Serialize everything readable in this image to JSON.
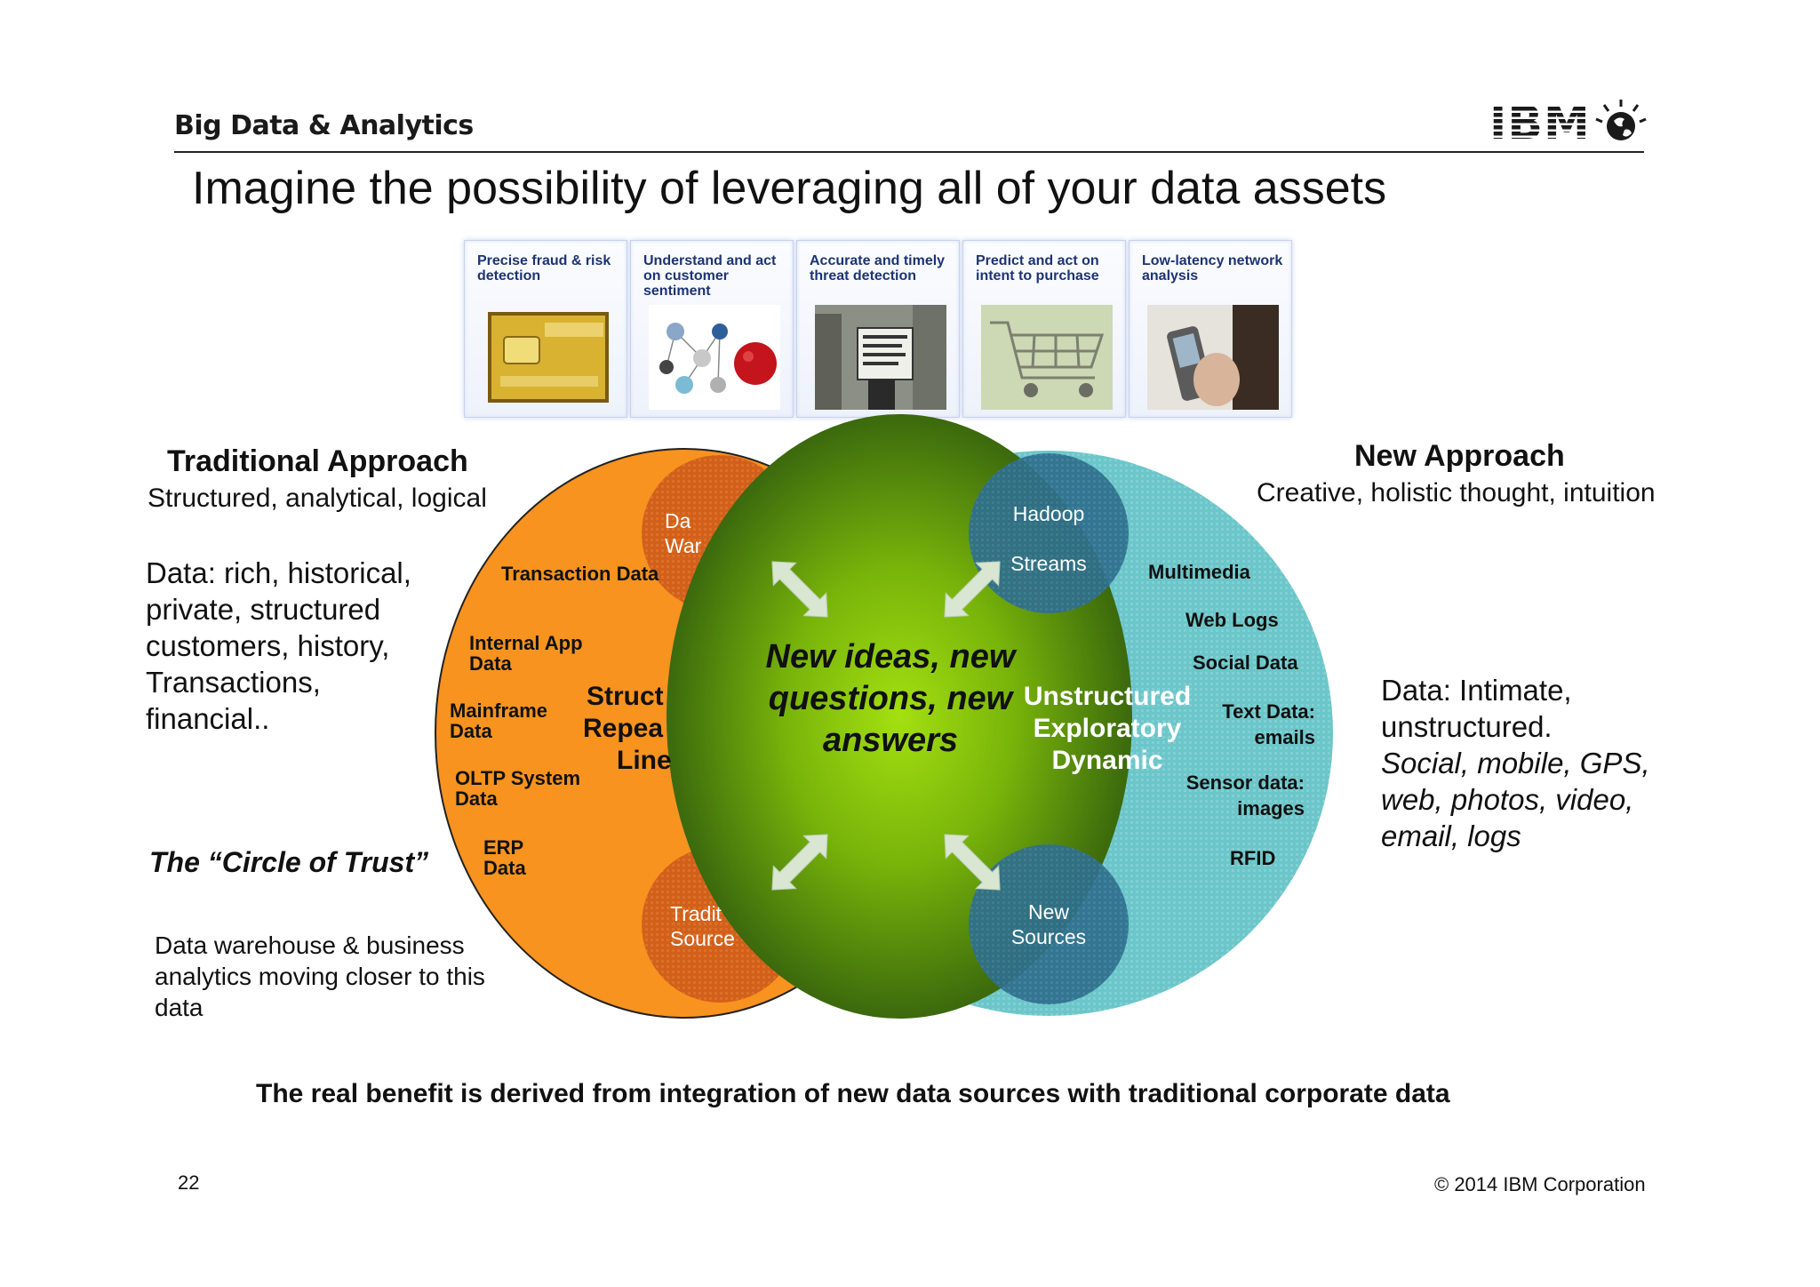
{
  "header": {
    "brand": "Big Data & Analytics",
    "logo_text": "IBM",
    "title": "Imagine the possibility of leveraging all of your data assets"
  },
  "use_cases": [
    {
      "caption": "Precise fraud & risk detection",
      "image": "credit-card"
    },
    {
      "caption": "Understand and act on customer sentiment",
      "image": "social-network"
    },
    {
      "caption": "Accurate and timely threat detection",
      "image": "protest-sign"
    },
    {
      "caption": "Predict and act on intent to purchase",
      "image": "shopping-cart"
    },
    {
      "caption": "Low-latency network analysis",
      "image": "mobile-phone"
    }
  ],
  "traditional": {
    "heading": "Traditional Approach",
    "subheading": "Structured, analytical, logical",
    "data_desc": "Data: rich, historical, private, structured customers, history, Transactions, financial..",
    "circle_of_trust": "The “Circle of Trust”",
    "warehouse_note": "Data warehouse & business analytics moving closer  to this data"
  },
  "new_approach": {
    "heading": "New Approach",
    "subheading": "Creative, holistic thought, intuition",
    "data_desc_1": "Data: Intimate, unstructured.",
    "data_desc_2": "Social, mobile, GPS, web, photos, video, email, logs"
  },
  "left_circle": {
    "sources": [
      "Transaction Data",
      "Internal App Data",
      "Mainframe Data",
      "OLTP System Data",
      "ERP Data"
    ],
    "characteristics": [
      "Struct",
      "Repea",
      "Line"
    ],
    "top_small": "Da War",
    "bottom_small": "Tradit Source"
  },
  "right_circle": {
    "sources": [
      "Multimedia",
      "Web Logs",
      "Social Data",
      "Text Data: emails",
      "Sensor data: images",
      "RFID"
    ],
    "characteristics": [
      "Unstructured",
      "Exploratory",
      "Dynamic"
    ],
    "top_small": [
      "Hadoop",
      "Streams"
    ],
    "bottom_small": "New Sources"
  },
  "center": {
    "text": "New ideas, new questions, new answers"
  },
  "footer": {
    "benefit": "The real benefit is derived from integration of new data sources with traditional corporate data",
    "page_number": "22",
    "copyright": "© 2014 IBM Corporation"
  },
  "colors": {
    "orange": "#f7931e",
    "orange_dark": "#d2601a",
    "teal": "#6cc6c9",
    "teal_dark": "#2f6e8d",
    "green_center": "#93d40a",
    "green_edge": "#2d5a0c",
    "card_text": "#1d3472"
  }
}
